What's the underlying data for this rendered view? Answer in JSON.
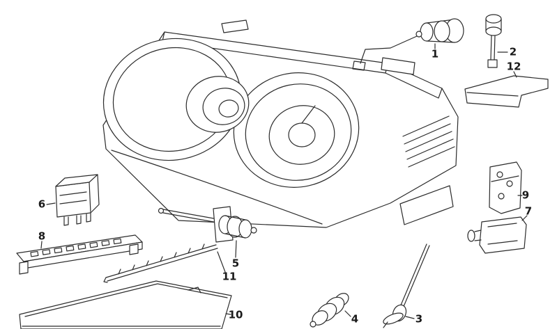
{
  "diagram": {
    "kind": "exploded-parts-diagram",
    "background_color": "#ffffff",
    "line_color": "#2b2b2b",
    "callouts": [
      {
        "label": "1"
      },
      {
        "label": "2"
      },
      {
        "label": "12"
      },
      {
        "label": "9"
      },
      {
        "label": "7"
      },
      {
        "label": "6"
      },
      {
        "label": "8"
      },
      {
        "label": "5"
      },
      {
        "label": "11"
      },
      {
        "label": "10"
      },
      {
        "label": "4"
      },
      {
        "label": "3"
      }
    ]
  }
}
